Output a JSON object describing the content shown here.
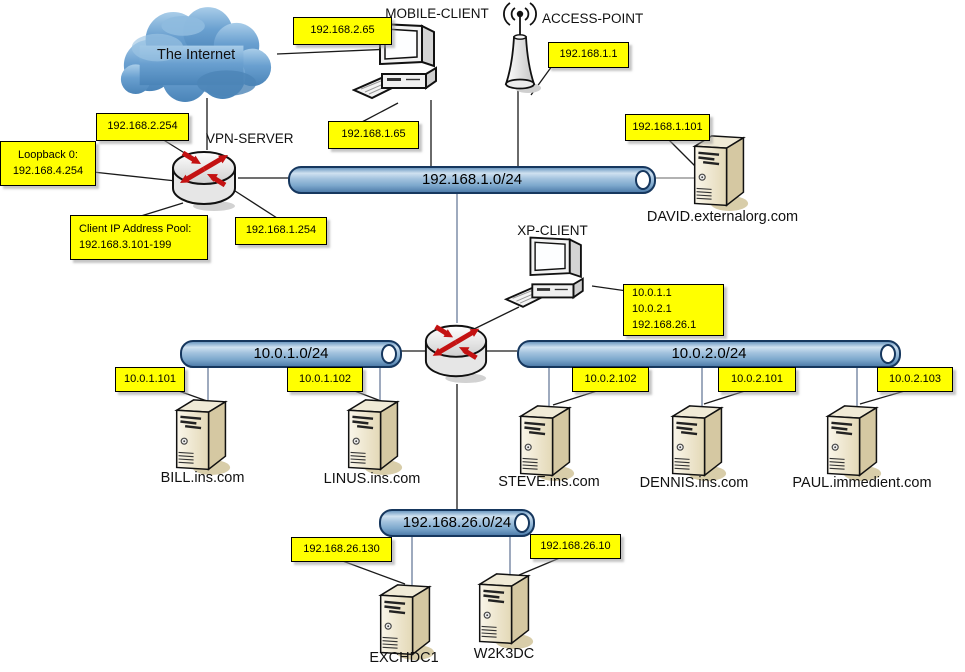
{
  "internet": {
    "label": "The Internet"
  },
  "devices": {
    "vpn_server": "VPN-SERVER",
    "mobile_client": "MOBILE-CLIENT",
    "access_point": "ACCESS-POINT",
    "david": "DAVID.externalorg.com",
    "xp_client": "XP-CLIENT",
    "bill": "BILL.ins.com",
    "linus": "LINUS.ins.com",
    "steve": "STEVE.ins.com",
    "dennis": "DENNIS.ins.com",
    "paul": "PAUL.immedient.com",
    "exchdc1": "EXCHDC1",
    "w2k3dc": "W2K3DC"
  },
  "segments": {
    "lan1": "192.168.1.0/24",
    "lan2": "10.0.1.0/24",
    "lan3": "10.0.2.0/24",
    "lan4": "192.168.26.0/24"
  },
  "ips": {
    "mobile_outer": "192.168.2.65",
    "mobile_inner": "192.168.1.65",
    "access_point": "192.168.1.1",
    "vpn_outer": "192.168.2.254",
    "vpn_loopback": "Loopback 0:\n192.168.4.254",
    "vpn_pool": "Client IP Address Pool:\n192.168.3.101-199",
    "vpn_inner": "192.168.1.254",
    "david": "192.168.1.101",
    "xp_router": "10.0.1.1\n10.0.2.1\n192.168.26.1",
    "bill": "10.0.1.101",
    "linus": "10.0.1.102",
    "steve": "10.0.2.102",
    "dennis": "10.0.2.101",
    "paul": "10.0.2.103",
    "exchdc1": "192.168.26.130",
    "w2k3dc": "192.168.26.10"
  },
  "colors": {
    "callout_fill": "#FFFF00",
    "segment_blue": "#7EA9CD",
    "segment_border": "#16375E",
    "router_arrow_red": "#C41212",
    "cloud_blue": "#5E96C8",
    "server_beige": "#E6DCBD"
  }
}
